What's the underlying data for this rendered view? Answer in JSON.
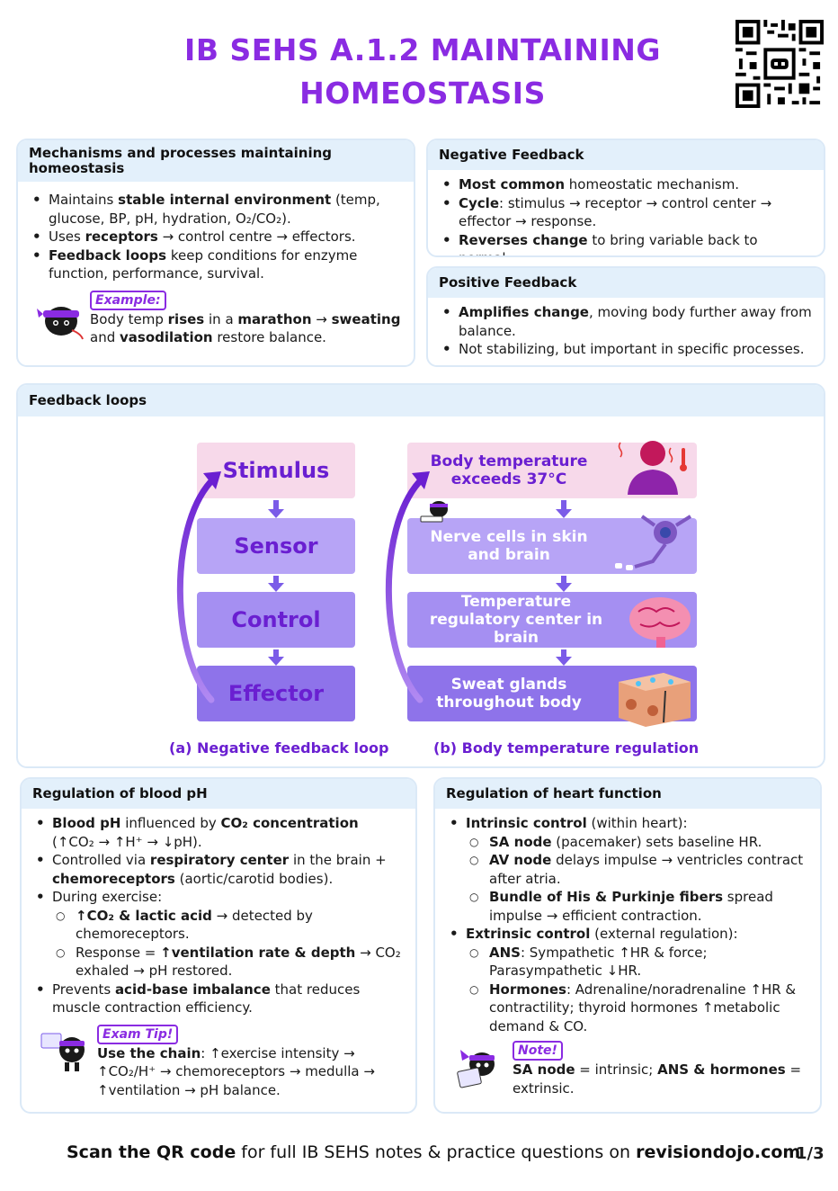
{
  "header": {
    "title_line1": "IB SEHS A.1.2 MAINTAINING",
    "title_line2": "HOMEOSTASIS"
  },
  "mechanisms": {
    "heading": "Mechanisms and processes maintaining homeostasis",
    "b1_pre": "Maintains ",
    "b1_bold": "stable internal environment",
    "b1_post": " (temp, glucose, BP, pH, hydration, O₂/CO₂).",
    "b2_pre": "Uses ",
    "b2_bold": "receptors",
    "b2_post": " → control centre → effectors.",
    "b3_bold": "Feedback loops",
    "b3_post": " keep conditions for enzyme function, performance, survival.",
    "example_tag": "Example:",
    "ex_a": "Body temp ",
    "ex_b": "rises",
    "ex_c": " in a ",
    "ex_d": "marathon",
    "ex_e": " → ",
    "ex_f": "sweating",
    "ex_g": " and ",
    "ex_h": "vasodilation",
    "ex_i": " restore balance."
  },
  "negative": {
    "heading": "Negative Feedback",
    "b1_bold": "Most common",
    "b1_post": " homeostatic mechanism.",
    "b2_bold": "Cycle",
    "b2_post": ": stimulus → receptor → control center → effector → response.",
    "b3_bold": "Reverses change",
    "b3_post": " to bring variable back to normal."
  },
  "positive": {
    "heading": "Positive Feedback",
    "b1_bold": "Amplifies change",
    "b1_post": ", moving body further away from balance.",
    "b2": "Not stabilizing, but important in specific processes."
  },
  "feedback_loops": {
    "heading": "Feedback loops",
    "left_boxes": [
      "Stimulus",
      "Sensor",
      "Control",
      "Effector"
    ],
    "right_boxes": [
      "Body temperature exceeds 37°C",
      "Nerve cells in skin and brain",
      "Temperature regulatory center in brain",
      "Sweat glands throughout body"
    ],
    "caption_a": "(a) Negative feedback loop",
    "caption_b": "(b) Body temperature regulation"
  },
  "blood_ph": {
    "heading": "Regulation of blood pH",
    "b1_bold1": "Blood pH",
    "b1_mid": " influenced by ",
    "b1_bold2": "CO₂ concentration",
    "b1_post": " (↑CO₂ → ↑H⁺ → ↓pH).",
    "b2_pre": "Controlled via ",
    "b2_bold1": "respiratory center",
    "b2_mid": " in the brain + ",
    "b2_bold2": "chemoreceptors",
    "b2_post": " (aortic/carotid bodies).",
    "b3": "During exercise:",
    "s1_bold": "↑CO₂ & lactic acid",
    "s1_post": " → detected by chemoreceptors.",
    "s2_pre": "Response = ",
    "s2_bold": "↑ventilation rate & depth",
    "s2_post": " → CO₂ exhaled → pH restored.",
    "b4_pre": "Prevents ",
    "b4_bold": "acid-base imbalance",
    "b4_post": " that reduces muscle contraction efficiency.",
    "tip_tag": "Exam Tip!",
    "tip_bold": "Use the chain",
    "tip_post": ": ↑exercise intensity → ↑CO₂/H⁺ → chemoreceptors → medulla → ↑ventilation → pH balance."
  },
  "heart": {
    "heading": "Regulation of heart function",
    "b1_bold": "Intrinsic control",
    "b1_post": " (within heart):",
    "s1_bold": "SA node",
    "s1_post": " (pacemaker) sets baseline HR.",
    "s2_bold": "AV node",
    "s2_post": " delays impulse → ventricles contract after atria.",
    "s3_bold": "Bundle of His & Purkinje fibers",
    "s3_post": " spread impulse → efficient contraction.",
    "b2_bold": "Extrinsic control",
    "b2_post": " (external regulation):",
    "s4_bold": "ANS",
    "s4_post": ": Sympathetic ↑HR & force; Parasympathetic ↓HR.",
    "s5_bold": "Hormones",
    "s5_post": ": Adrenaline/noradrenaline ↑HR & contractility; thyroid hormones ↑metabolic demand & CO.",
    "note_tag": "Note!",
    "note_bold1": "SA node",
    "note_mid": " = intrinsic; ",
    "note_bold2": "ANS & hormones",
    "note_post": " = extrinsic."
  },
  "footer": {
    "bold1": "Scan the QR code",
    "mid": " for full IB SEHS notes & practice questions on ",
    "bold2": "revisiondojo.com",
    "page": "1/3"
  },
  "colors": {
    "accent": "#8a2be2",
    "card_header": "#e3f0fb",
    "pink_box": "#f7d9ea",
    "purple_box": "#a58ff2"
  }
}
